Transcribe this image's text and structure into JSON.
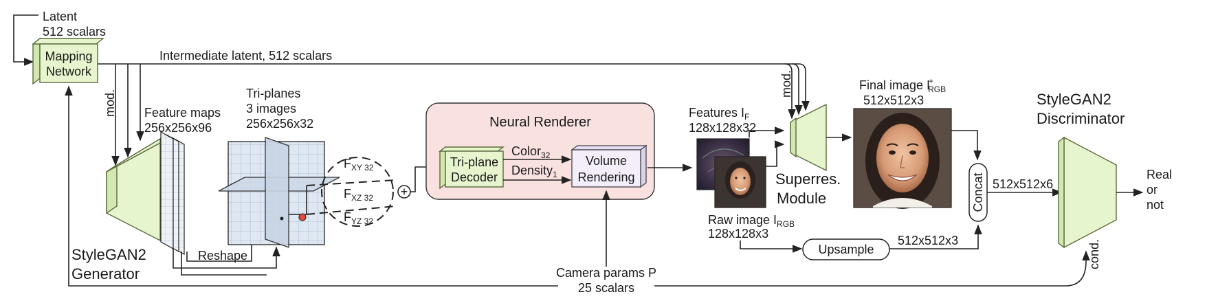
{
  "latent": {
    "line1": "Latent",
    "line2": "512 scalars"
  },
  "mapping_network": {
    "line1": "Mapping",
    "line2": "Network"
  },
  "intermediate_latent": "Intermediate latent, 512 scalars",
  "mod_label": "mod.",
  "mod_label2": "mod.",
  "feature_maps": {
    "line1": "Feature maps",
    "line2": "256x256x96"
  },
  "triplanes": {
    "line1": "Tri-planes",
    "line2": "3 images",
    "line3": "256x256x32"
  },
  "stylegan2_generator": {
    "line1": "StyleGAN2",
    "line2": "Generator"
  },
  "reshape": "Reshape",
  "feature_planes": {
    "xy": {
      "main": "F",
      "sub": "XY 32"
    },
    "xz": {
      "main": "F",
      "sub": "XZ 32"
    },
    "yz": {
      "main": "F",
      "sub": "YZ 32"
    }
  },
  "sum_symbol": "+",
  "neural_renderer": {
    "title": "Neural Renderer",
    "decoder": {
      "line1": "Tri-plane",
      "line2": "Decoder"
    },
    "color": {
      "main": "Color",
      "sub": "32"
    },
    "density": {
      "main": "Density",
      "sub": "1"
    },
    "volume": {
      "line1": "Volume",
      "line2": "Rendering"
    }
  },
  "camera": {
    "line1": "Camera params P",
    "line2": "25 scalars"
  },
  "features_if": {
    "main": "Features I",
    "sub": "F",
    "line2": "128x128x32"
  },
  "raw_image": {
    "main": "Raw image I",
    "sub": "RGB",
    "line2": "128x128x3"
  },
  "superres": {
    "line1": "Superres.",
    "line2": "Module"
  },
  "final_image": {
    "main": "Final image I",
    "sup": "+",
    "sub": "RGB",
    "line2": "512x512x3"
  },
  "concat": "Concat",
  "upsample": "Upsample",
  "upsample_out": "512x512x3",
  "concat_out": "512x512x6",
  "discriminator": {
    "line1": "StyleGAN2",
    "line2": "Discriminator"
  },
  "output": {
    "line1": "Real",
    "line2": "or",
    "line3": "not"
  },
  "cond_label": "cond.",
  "colors": {
    "green_fill": "#e6f5cd",
    "renderer_bg": "#f8e1df",
    "volume_fill": "#f3eefa",
    "grid_blue": "#dfe7f2"
  }
}
